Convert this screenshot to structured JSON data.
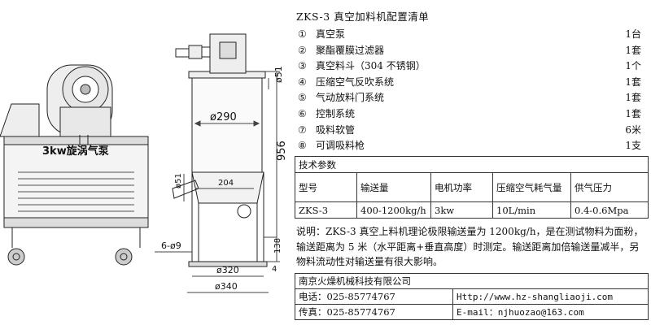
{
  "drawing": {
    "pump_label": "3kw旋涡气泵",
    "dim_phi51_top": "ø51",
    "dim_phi290": "ø290",
    "dim_956": "956",
    "dim_phi51_side": "ø51",
    "dim_204": "204",
    "dim_6phi9": "6-ø9",
    "dim_138": "138",
    "dim_phi320": "ø320",
    "dim_phi340": "ø340",
    "dim_4": "4"
  },
  "title": "ZKS-3 真空加料机配置清单",
  "config_items": [
    {
      "num": "①",
      "name": "真空泵",
      "qty": "1台"
    },
    {
      "num": "②",
      "name": "聚酯覆膜过滤器",
      "qty": "1套"
    },
    {
      "num": "③",
      "name": "真空料斗（304 不锈钢）",
      "qty": "1个"
    },
    {
      "num": "④",
      "name": "压缩空气反吹系统",
      "qty": "1套"
    },
    {
      "num": "⑤",
      "name": "气动放料门系统",
      "qty": "1套"
    },
    {
      "num": "⑥",
      "name": "控制系统",
      "qty": "1套"
    },
    {
      "num": "⑦",
      "name": "吸料软管",
      "qty": "6米"
    },
    {
      "num": "⑧",
      "name": "可调吸料枪",
      "qty": "1支"
    }
  ],
  "specs": {
    "heading": "技术参数",
    "headers": [
      "型号",
      "输送量",
      "电机功率",
      "压缩空气耗气量",
      "供气压力"
    ],
    "row": [
      "ZKS-3",
      "400-1200kg/h",
      "3kw",
      "10L/min",
      "0.4-0.6Mpa"
    ]
  },
  "note": "说明：ZKS-3 真空上料机理论极限输送量为 1200kg/h，是在测试物料为面粉，输送距离为 5 米（水平距离+垂直高度）时测定。输送距离加倍输送量减半，另物料流动性对输送量有很大影响。",
  "contact": {
    "company": "南京火燥机械科技有限公司",
    "phone": "电话：025-85774767",
    "website": "Http://www.hz-shangliaoji.com",
    "fax": "传真：025-85774767",
    "email": "E-mail：njhuozao@163.com"
  }
}
